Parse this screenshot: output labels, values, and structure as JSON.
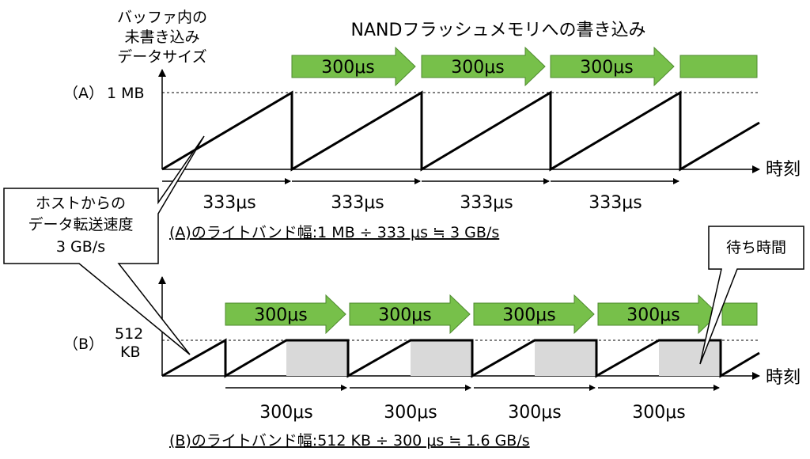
{
  "y_axis_label": [
    "バッファ内の",
    "未書き込み",
    "データサイズ"
  ],
  "nand_label": "NANDフラッシュメモリへの書き込み",
  "time_axis_label": "時刻",
  "panel_a": {
    "label": "（A）",
    "level": "1 MB",
    "write_time": "300μs",
    "host_interval": "333μs",
    "bandwidth": "(A)のライトバンド幅:1 MB ÷ 333 μs ≒ 3 GB/s"
  },
  "panel_b": {
    "label": "（B）",
    "level_line1": "512",
    "level_line2": "KB",
    "write_time": "300μs",
    "host_interval": "300μs",
    "bandwidth": "(B)のライトバンド幅:512 KB ÷ 300 μs ≒ 1.6 GB/s"
  },
  "host_callout": [
    "ホストからの",
    "データ転送速度",
    "3 GB/s"
  ],
  "wait_callout": "待ち時間",
  "colors": {
    "arrow_fill": "#77c04a",
    "arrow_stroke": "#4e8a2e",
    "wait_fill": "#d9d9d9"
  }
}
